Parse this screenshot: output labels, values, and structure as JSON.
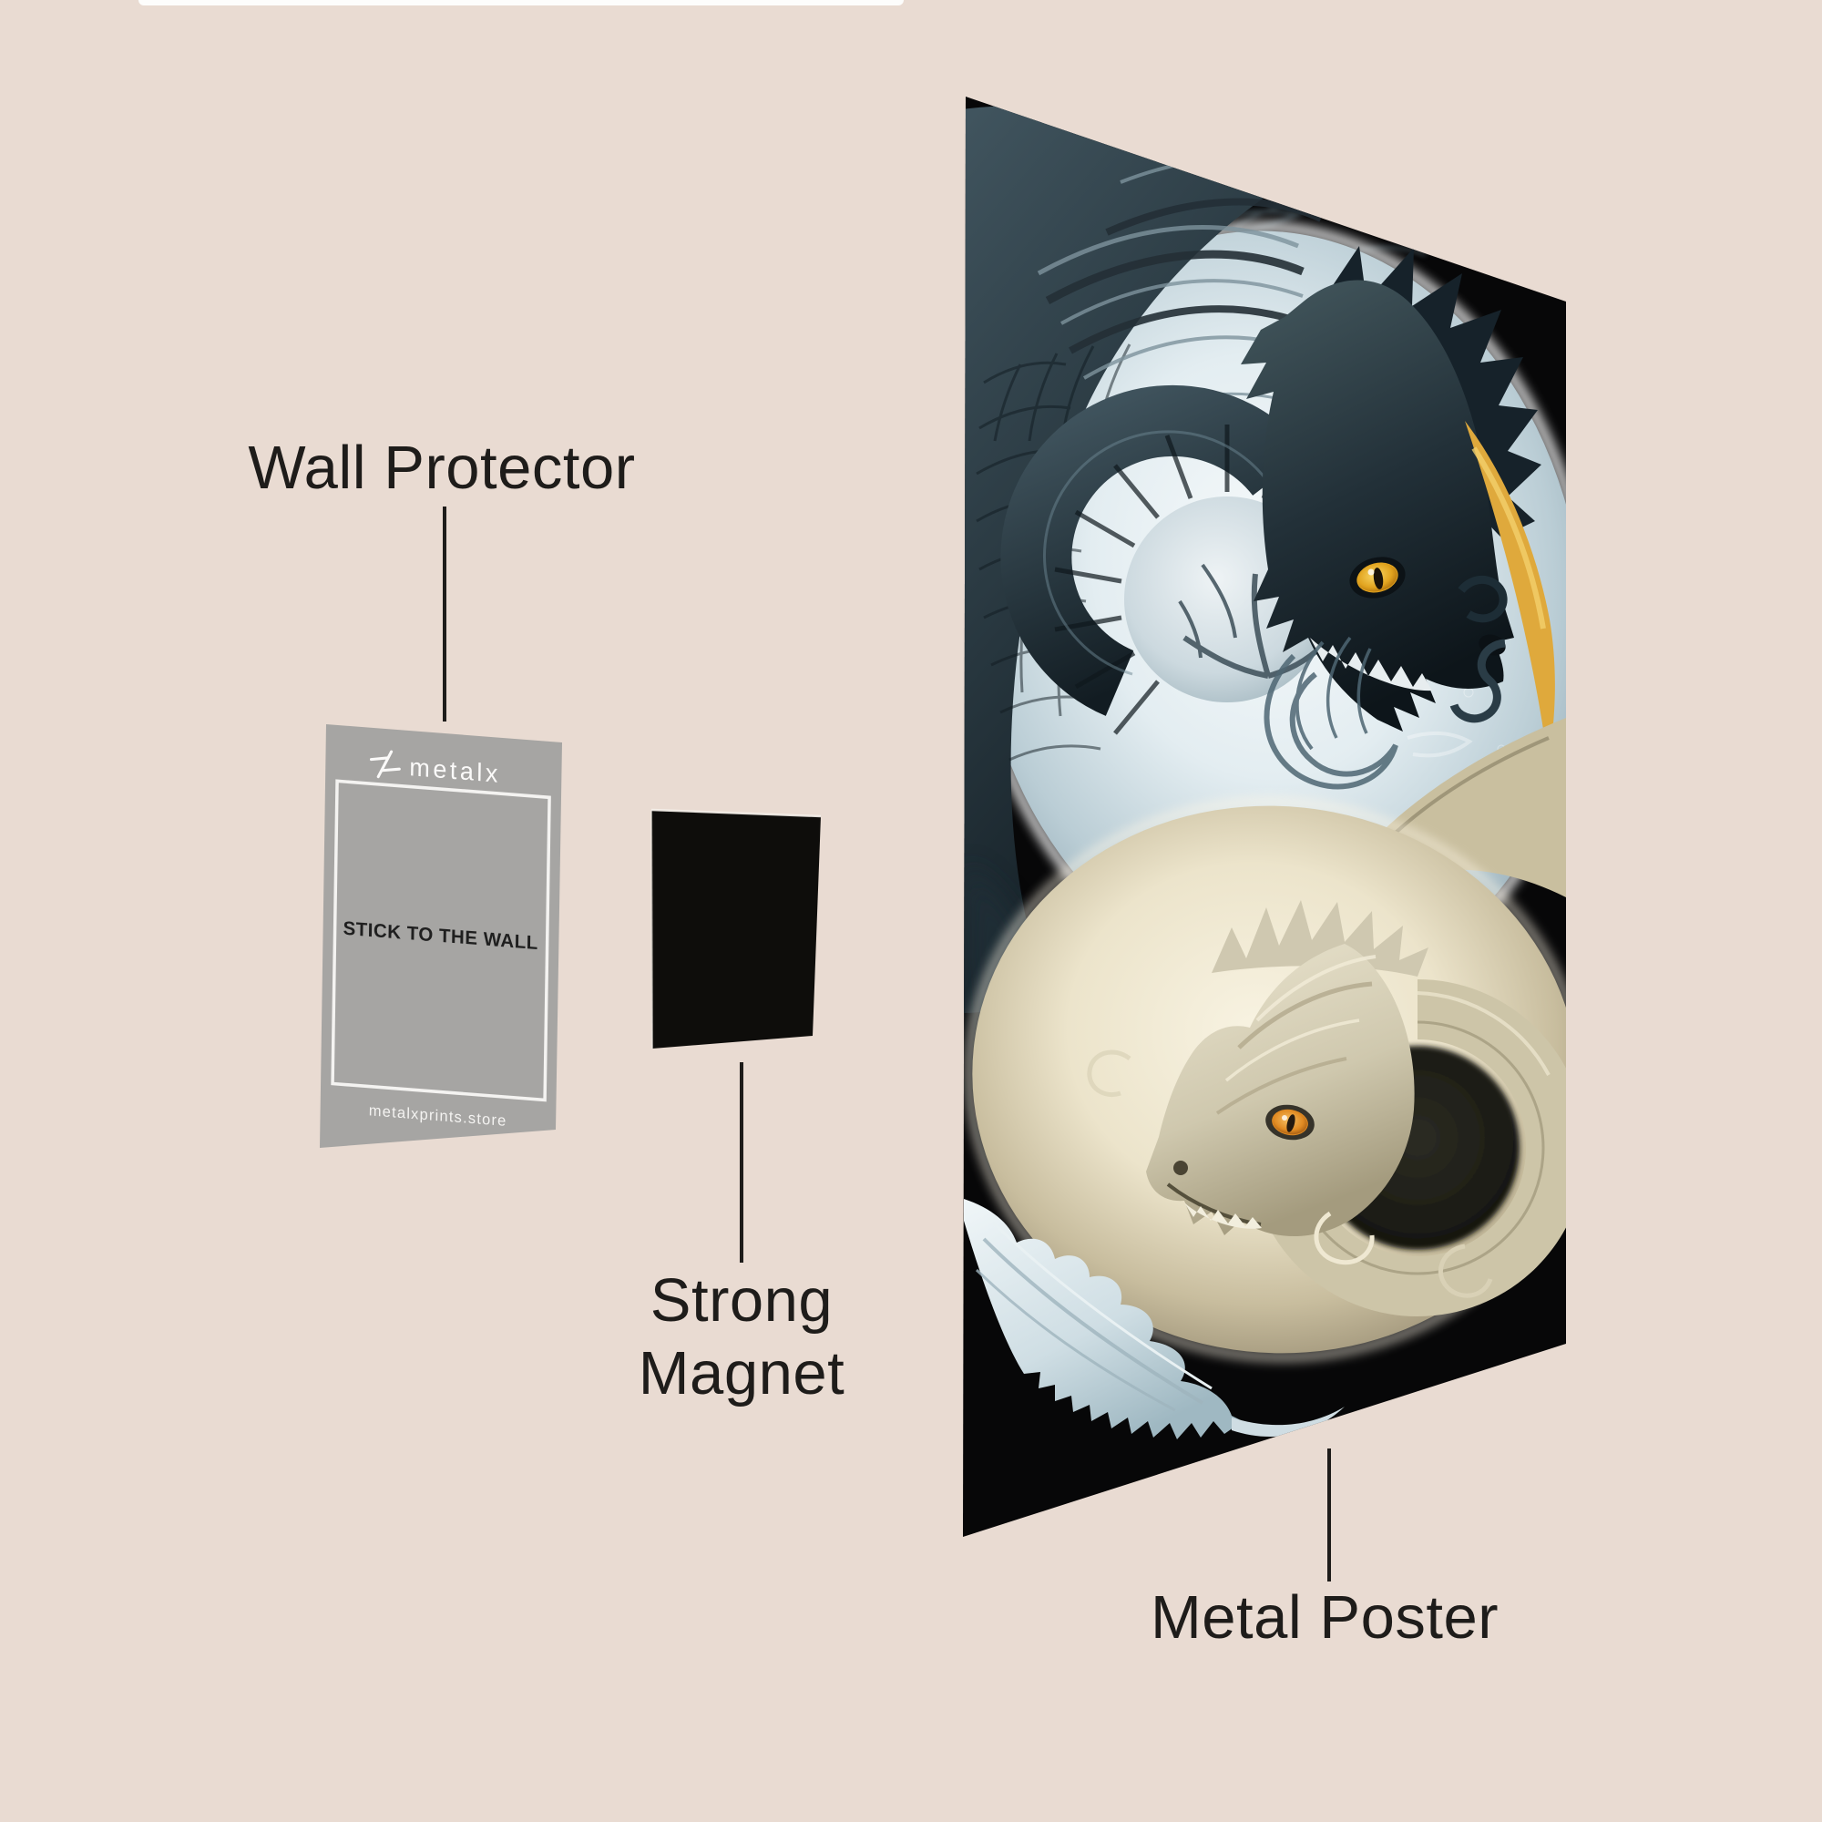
{
  "canvas": {
    "background_color": "#e9dbd2",
    "ink_color": "#1e1c1a",
    "top_strip_color": "#fdfdfc"
  },
  "labels": {
    "wall_protector": "Wall Protector",
    "strong_magnet": {
      "line1": "Strong",
      "line2": "Magnet"
    },
    "metal_poster": "Metal Poster"
  },
  "wall_protector_card": {
    "logo_icon": "metalx-mark",
    "brand_text": "metalx",
    "center_text": "STICK TO THE WALL",
    "website_text": "metalxprints.store",
    "card_color": "#a6a5a3",
    "card_text_color": "#1f1f1f",
    "card_light_color": "#f4f3f1"
  },
  "magnet": {
    "color": "#0e0d0b",
    "edge_highlight_color": "#f7f2ec"
  },
  "poster": {
    "artwork": "yin-yang dragons",
    "colors": {
      "background": "#070708",
      "dark_dragon": "#2c3c46",
      "light_orb": "#e8f0f3",
      "dark_dragon_eye": "#e2a41f",
      "gold_accent": "#dfa93c",
      "cream_orb": "#efe8d3",
      "white_dragon": "#d9d3bc",
      "white_dragon_eye": "#e08a22",
      "yin_dot": "#1b1b15",
      "wave": "#dde8ec"
    }
  }
}
